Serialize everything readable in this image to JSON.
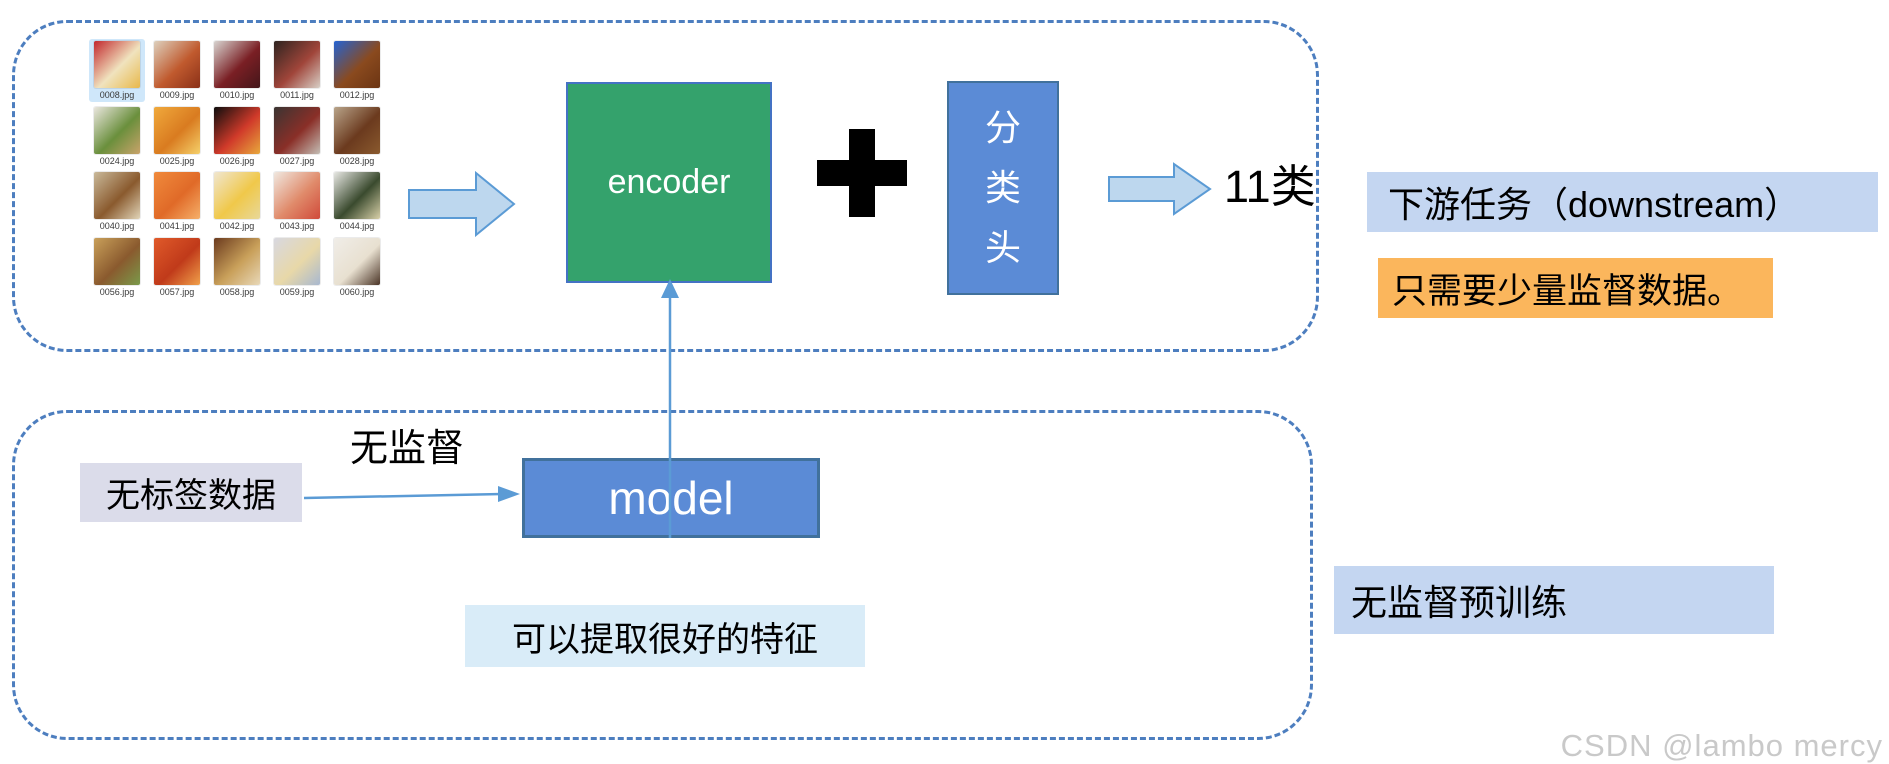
{
  "diagram": {
    "top_section": {
      "dataset_thumbnails": {
        "items": [
          {
            "label": "0008.jpg",
            "selected": true,
            "colors": [
              "#c2272d",
              "#f0e3be",
              "#e8b84b"
            ]
          },
          {
            "label": "0009.jpg",
            "selected": false,
            "colors": [
              "#ddd0bd",
              "#c05a2e",
              "#8a3018"
            ]
          },
          {
            "label": "0010.jpg",
            "selected": false,
            "colors": [
              "#d8d4d0",
              "#7a1f24",
              "#43161a"
            ]
          },
          {
            "label": "0011.jpg",
            "selected": false,
            "colors": [
              "#2e2420",
              "#a0453a",
              "#d8cfc6"
            ]
          },
          {
            "label": "0012.jpg",
            "selected": false,
            "colors": [
              "#2563d2",
              "#8a4a1e",
              "#6b3413"
            ]
          },
          {
            "label": "0024.jpg",
            "selected": false,
            "colors": [
              "#eae6de",
              "#6a8f3c",
              "#c9a36a"
            ]
          },
          {
            "label": "0025.jpg",
            "selected": false,
            "colors": [
              "#f0a93c",
              "#d97b20",
              "#f5d06a"
            ]
          },
          {
            "label": "0026.jpg",
            "selected": false,
            "colors": [
              "#0d0d0d",
              "#d03a2a",
              "#e8a83c"
            ]
          },
          {
            "label": "0027.jpg",
            "selected": false,
            "colors": [
              "#3a3432",
              "#8a2f28",
              "#c4bdb4"
            ]
          },
          {
            "label": "0028.jpg",
            "selected": false,
            "colors": [
              "#b8a48a",
              "#6b3a1e",
              "#8a5a2e"
            ]
          },
          {
            "label": "0040.jpg",
            "selected": false,
            "colors": [
              "#c9b99a",
              "#8a5a2e",
              "#e0d4b8"
            ]
          },
          {
            "label": "0041.jpg",
            "selected": false,
            "colors": [
              "#f08a3c",
              "#e06a28",
              "#f5b06a"
            ]
          },
          {
            "label": "0042.jpg",
            "selected": false,
            "colors": [
              "#f0e6d0",
              "#f0c84a",
              "#e8d89a"
            ]
          },
          {
            "label": "0043.jpg",
            "selected": false,
            "colors": [
              "#f0e8e0",
              "#e08a6a",
              "#d04a3a"
            ]
          },
          {
            "label": "0044.jpg",
            "selected": false,
            "colors": [
              "#e8e8e4",
              "#3a4a2e",
              "#d8d0a8"
            ]
          },
          {
            "label": "0056.jpg",
            "selected": false,
            "colors": [
              "#c9a05a",
              "#8a5a2e",
              "#7a9a4a"
            ]
          },
          {
            "label": "0057.jpg",
            "selected": false,
            "colors": [
              "#e05a2a",
              "#c03a1a",
              "#f0a04a"
            ]
          },
          {
            "label": "0058.jpg",
            "selected": false,
            "colors": [
              "#6b3a1e",
              "#c9a05a",
              "#e8d8b8"
            ]
          },
          {
            "label": "0059.jpg",
            "selected": false,
            "colors": [
              "#d8d8e0",
              "#e8d8a8",
              "#a8b8d0"
            ]
          },
          {
            "label": "0060.jpg",
            "selected": false,
            "colors": [
              "#f0ede8",
              "#e8e0d0",
              "#4a3426"
            ]
          }
        ]
      },
      "encoder_label": "encoder",
      "classifier_head": {
        "label": "分类头",
        "chars": [
          "分",
          "类",
          "头"
        ]
      },
      "output_label": "11类"
    },
    "right_labels": {
      "downstream_label": "下游任务（downstream）",
      "supervised_note": "只需要少量监督数据。"
    },
    "bottom_section": {
      "unlabeled_data_label": "无标签数据",
      "unsupervised_label": "无监督",
      "model_label": "model",
      "feature_note": "可以提取很好的特征",
      "pretrain_label": "无监督预训练"
    },
    "watermark": "CSDN @lambo mercy"
  },
  "colors": {
    "dashed_border": "#4d7ebf",
    "encoder_fill": "#34a26c",
    "blue_box_fill": "#5b8bd6",
    "blue_box_border": "#41719c",
    "arrow_fill": "#bdd7ee",
    "arrow_stroke": "#5b9bd5",
    "downstream_bg": "#c4d6f1",
    "supervised_bg": "#fbb65c",
    "unlabeled_bg": "#dbdcea",
    "feature_bg": "#d9ecf8",
    "pretrain_bg": "#c4d6f1",
    "plus_color": "#000000"
  }
}
